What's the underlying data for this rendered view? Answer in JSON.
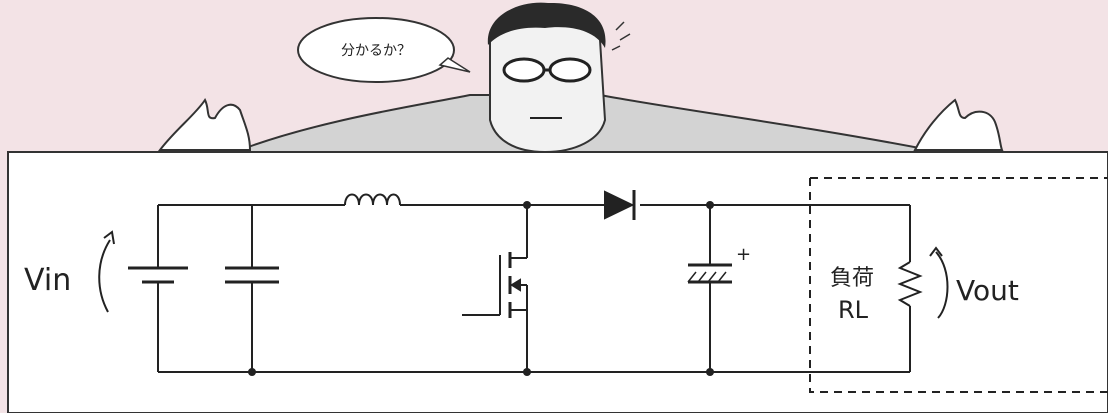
{
  "speech_bubble": {
    "text": "分かるか？"
  },
  "circuit": {
    "input_label": "Vin",
    "output_label": "Vout",
    "load_label": "負荷",
    "load_resistor": "RL",
    "capacitor_polarity": "+"
  },
  "colors": {
    "background": "#f3e3e6",
    "board": "#ffffff",
    "ink": "#222222",
    "shirt": "#d0d0d0",
    "hair": "#2a2a2a"
  }
}
